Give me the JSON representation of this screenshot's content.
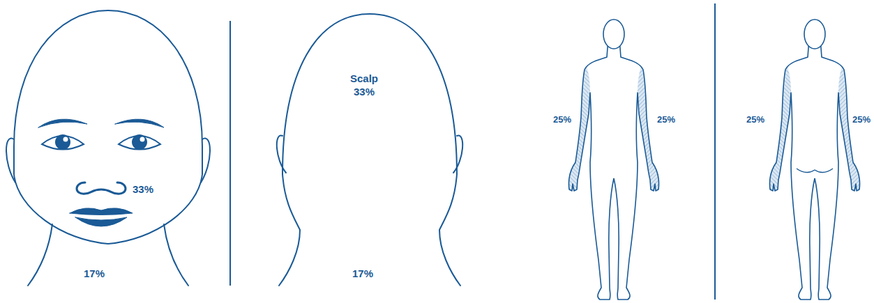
{
  "diagram": {
    "labels": [
      "33%",
      "17%",
      "Scalp",
      "33%",
      "17%",
      "25%",
      "25%",
      "25%",
      "25%"
    ]
  }
}
